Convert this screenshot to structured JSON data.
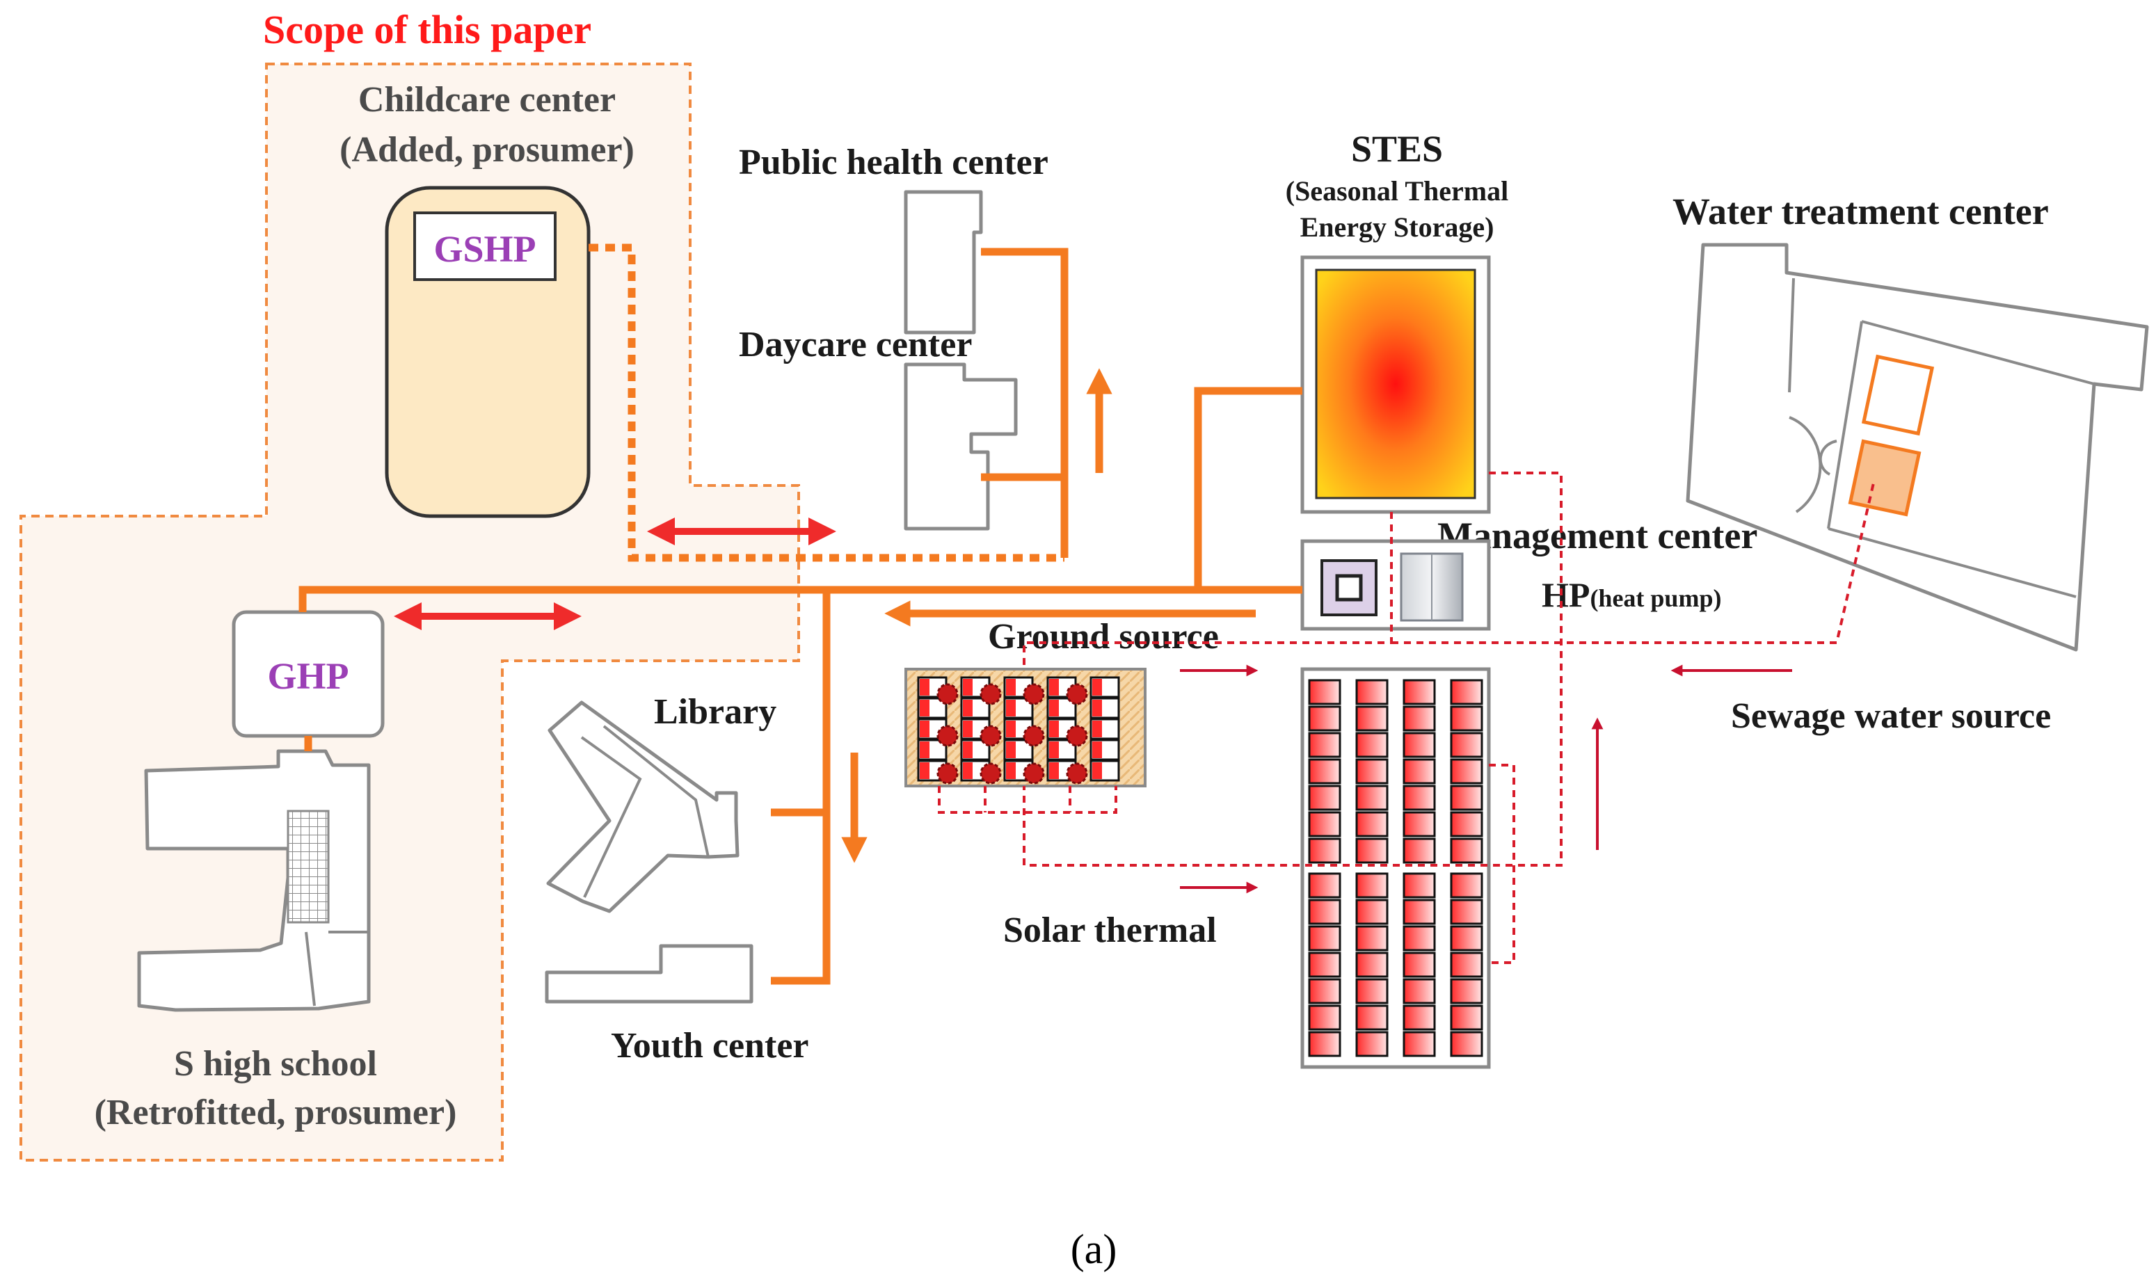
{
  "scope_title": "Scope of this paper",
  "childcare": {
    "line1": "Childcare center",
    "line2": "(Added, prosumer)",
    "unit": "GSHP"
  },
  "public_health": "Public health center",
  "daycare": "Daycare center",
  "stes": {
    "title": "STES",
    "sub1": "(Seasonal Thermal",
    "sub2": "Energy Storage)"
  },
  "water_treatment": "Water treatment center",
  "management": {
    "line1": "Management center",
    "hp_main": "HP",
    "hp_sub": "(heat pump)"
  },
  "ground_source": "Ground source",
  "sewage": "Sewage water source",
  "library": "Library",
  "solar_thermal": "Solar thermal",
  "youth": "Youth center",
  "school": {
    "line1": "S high school",
    "line2": "(Retrofitted, prosumer)",
    "unit": "GHP"
  },
  "caption": "(a)",
  "colors": {
    "pipe": "#f47a20",
    "arrow": "#ef2b2b",
    "dashed": "#d81b2a",
    "scope_border": "#f08a40",
    "scope_title": "#ff1a1a",
    "unit_label": "#9b3fb5"
  }
}
